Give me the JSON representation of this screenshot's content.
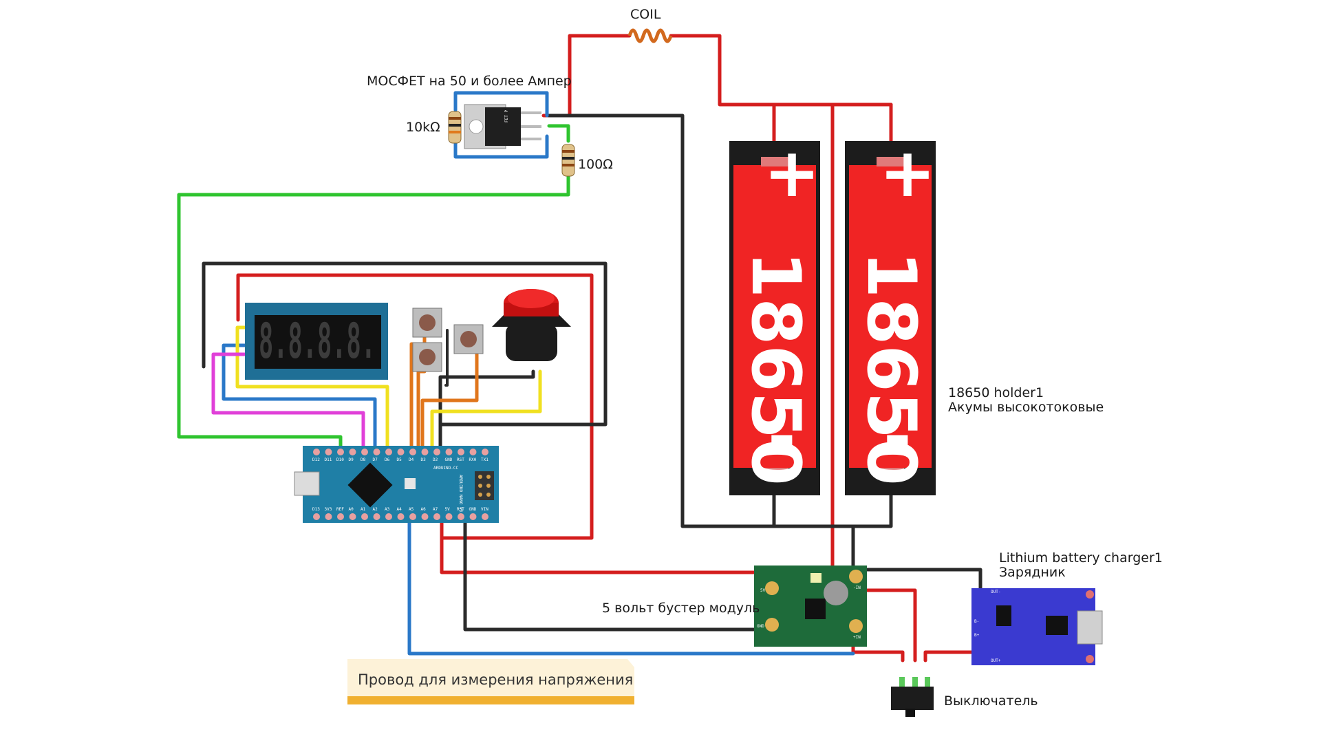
{
  "labels": {
    "coil": "COIL",
    "mosfet": "МОСФЕТ на 50 и более Ампер",
    "mosfet_marking": "FET P",
    "resistor_10k": "10kΩ",
    "resistor_100": "100Ω",
    "holder_line1": "18650 holder1",
    "holder_line2": "Акумы высокотоковые",
    "battery_text": "18650",
    "battery_plus": "+",
    "battery_minus": "-",
    "charger_line1": "Lithium battery charger1",
    "charger_line2": "Зарядник",
    "booster": "5 вольт бустер модуль",
    "switch": "Выключатель",
    "voltage_note": "Провод для измерения напряжения",
    "display_digits": "8.8.8.8.",
    "arduino_brand": "ARDUINO.CC",
    "arduino_model": "ARDUINO NANO V3.0",
    "booster_5v": "5V",
    "booster_gnd": "GND",
    "booster_in_minus": "-IN",
    "booster_in_plus": "+IN",
    "charger_out_minus": "OUT-",
    "charger_b_minus": "B-",
    "charger_b_plus": "B+",
    "charger_out_plus": "OUT+"
  },
  "arduino_pins_top": [
    "D12",
    "D11",
    "D10",
    "D9",
    "D8",
    "D7",
    "D6",
    "D5",
    "D4",
    "D3",
    "D2",
    "GND",
    "RST",
    "RX0",
    "TX1"
  ],
  "arduino_pins_bottom": [
    "D13",
    "3V3",
    "REF",
    "A0",
    "A1",
    "A2",
    "A3",
    "A4",
    "A5",
    "A6",
    "A7",
    "5V",
    "RST",
    "GND",
    "VIN"
  ],
  "colors": {
    "wire_red": "#d41e1e",
    "wire_black": "#2a2a2a",
    "wire_green": "#2fc42f",
    "wire_blue": "#2a78c8",
    "wire_yellow": "#f0e020",
    "wire_orange": "#e0761c",
    "wire_pink": "#e040d8",
    "battery_red": "#f02424",
    "pcb_teal": "#1f7fa6",
    "pcb_green": "#1e6b3a",
    "charger_blue": "#3a3ad0",
    "note_bg": "#fdf2d8",
    "note_bar": "#f0b030"
  }
}
